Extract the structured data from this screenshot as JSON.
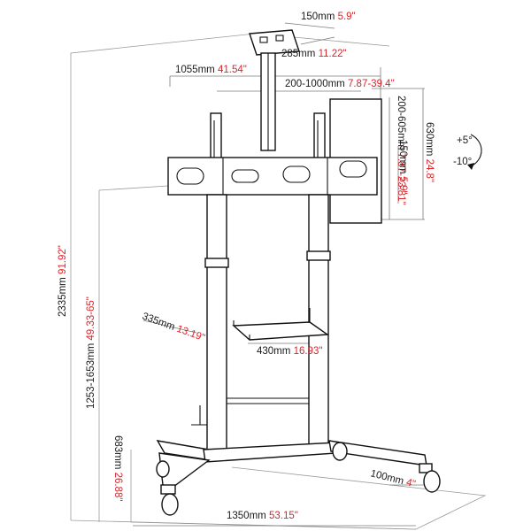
{
  "dimensions": [
    {
      "id": "top-plate-width",
      "metric": "150mm",
      "imperial": "5.9\""
    },
    {
      "id": "top-plate-depth",
      "metric": "285mm",
      "imperial": "11.22\""
    },
    {
      "id": "bracket-width",
      "metric": "1055mm",
      "imperial": "41.54\""
    },
    {
      "id": "vesa-horizontal",
      "metric": "200-1000mm",
      "imperial": "7.87-39.4\""
    },
    {
      "id": "vesa-vertical",
      "metric": "200-605mm",
      "imperial": "7.87-23.81\""
    },
    {
      "id": "bracket-height",
      "metric": "630mm",
      "imperial": "24.8\""
    },
    {
      "id": "arm-height",
      "metric": "150mm",
      "imperial": "5.9\""
    },
    {
      "id": "total-height",
      "metric": "2335mm",
      "imperial": "91.92\""
    },
    {
      "id": "height-range",
      "metric": "1253-1653mm",
      "imperial": "49.33-65\""
    },
    {
      "id": "shelf-depth",
      "metric": "335mm",
      "imperial": "13.19\""
    },
    {
      "id": "shelf-width",
      "metric": "430mm",
      "imperial": "16.93\""
    },
    {
      "id": "base-height",
      "metric": "683mm",
      "imperial": "26.88\""
    },
    {
      "id": "caster-size",
      "metric": "100mm",
      "imperial": "4\""
    },
    {
      "id": "base-width",
      "metric": "1350mm",
      "imperial": "53.15\""
    }
  ],
  "tilt": {
    "up": "+5°",
    "down": "-10°"
  },
  "colors": {
    "metric": "#1a1a1a",
    "imperial": "#d8262b",
    "lines": "#111111"
  }
}
